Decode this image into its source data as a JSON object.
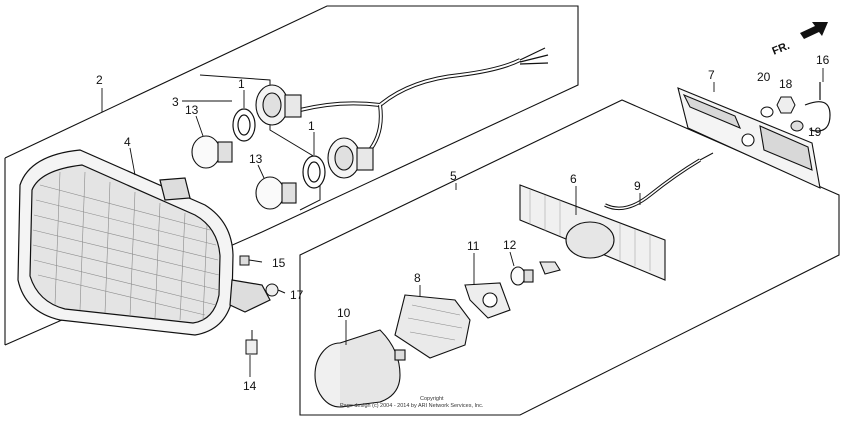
{
  "diagram": {
    "callouts": [
      {
        "id": "part-1a",
        "label": "1"
      },
      {
        "id": "part-1b",
        "label": "1"
      },
      {
        "id": "part-2",
        "label": "2"
      },
      {
        "id": "part-3",
        "label": "3"
      },
      {
        "id": "part-4",
        "label": "4"
      },
      {
        "id": "part-5",
        "label": "5"
      },
      {
        "id": "part-6",
        "label": "6"
      },
      {
        "id": "part-7",
        "label": "7"
      },
      {
        "id": "part-8",
        "label": "8"
      },
      {
        "id": "part-9",
        "label": "9"
      },
      {
        "id": "part-10",
        "label": "10"
      },
      {
        "id": "part-11",
        "label": "11"
      },
      {
        "id": "part-12",
        "label": "12"
      },
      {
        "id": "part-13a",
        "label": "13"
      },
      {
        "id": "part-13b",
        "label": "13"
      },
      {
        "id": "part-14",
        "label": "14"
      },
      {
        "id": "part-15",
        "label": "15"
      },
      {
        "id": "part-16",
        "label": "16"
      },
      {
        "id": "part-17",
        "label": "17"
      },
      {
        "id": "part-18",
        "label": "18"
      },
      {
        "id": "part-19",
        "label": "19"
      },
      {
        "id": "part-20",
        "label": "20"
      }
    ],
    "direction_label": "FR.",
    "copyright_line1": "Copyright",
    "copyright_line2": "Page design (c) 2004 - 2014 by ARI Network Services, Inc."
  }
}
